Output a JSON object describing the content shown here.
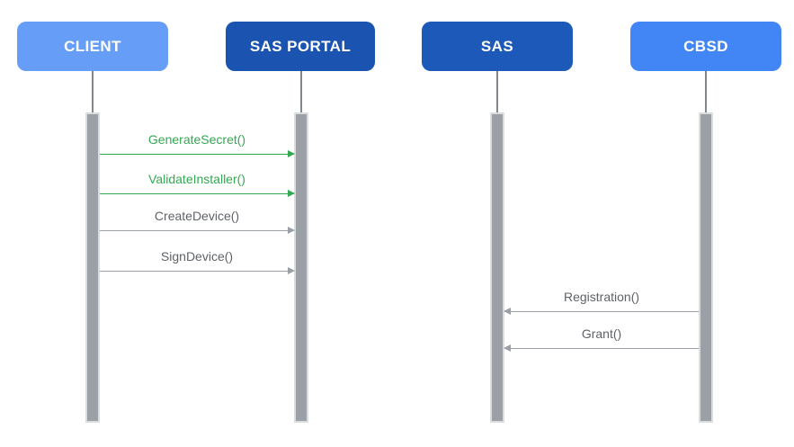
{
  "diagram_type": "sequence-diagram",
  "actors": [
    {
      "id": "client",
      "label": "CLIENT",
      "color": "#669DF6"
    },
    {
      "id": "sas-portal",
      "label": "SAS PORTAL",
      "color": "#1B53B1"
    },
    {
      "id": "sas",
      "label": "SAS",
      "color": "#1C59B8"
    },
    {
      "id": "cbsd",
      "label": "CBSD",
      "color": "#4285F4"
    }
  ],
  "messages": [
    {
      "label": "GenerateSecret()",
      "from": "CLIENT",
      "to": "SAS PORTAL",
      "direction": "right",
      "color": "#34A853"
    },
    {
      "label": "ValidateInstaller()",
      "from": "CLIENT",
      "to": "SAS PORTAL",
      "direction": "right",
      "color": "#34A853"
    },
    {
      "label": "CreateDevice()",
      "from": "CLIENT",
      "to": "SAS PORTAL",
      "direction": "right",
      "color": "#5F6368"
    },
    {
      "label": "SignDevice()",
      "from": "CLIENT",
      "to": "SAS PORTAL",
      "direction": "right",
      "color": "#5F6368"
    },
    {
      "label": "Registration()",
      "from": "CBSD",
      "to": "SAS",
      "direction": "left",
      "color": "#5F6368"
    },
    {
      "label": "Grant()",
      "from": "CBSD",
      "to": "SAS",
      "direction": "left",
      "color": "#5F6368"
    }
  ],
  "colors": {
    "background": "#FFFFFF",
    "actor_text": "#FFFFFF",
    "green_message": "#34A853",
    "gray_message_text": "#5F6368",
    "gray_message_line": "#9AA0A6",
    "activation_bar_fill": "#9AA0A6",
    "activation_bar_border": "#DADCE0",
    "lifeline": "#80868B"
  }
}
